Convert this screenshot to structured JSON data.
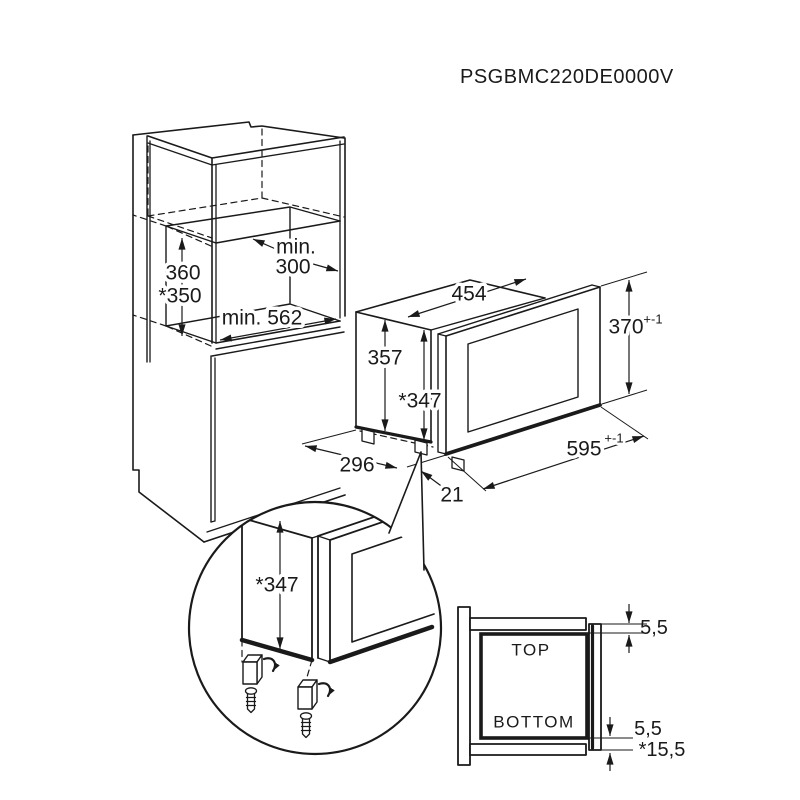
{
  "title": "PSGBMC220DE0000V",
  "cabinet": {
    "niche_depth_min_label": "min.",
    "niche_depth_min_value": "300",
    "niche_height_value": "360",
    "niche_height_adjusted_value": "*350",
    "niche_width_min_label": "min. 562"
  },
  "microwave": {
    "body_width": "454",
    "body_height_rear": "357",
    "body_height_front": "*347",
    "front_height": "370",
    "front_height_tolerance": "+-1",
    "front_width": "595",
    "front_width_tolerance": "+-1",
    "body_depth": "296",
    "door_overhang": "21"
  },
  "detail_view": {
    "adjusted_height": "*347"
  },
  "cross_section": {
    "top_label": "TOP",
    "bottom_label": "BOTTOM",
    "top_gap": "5,5",
    "bottom_gap": "5,5",
    "bottom_offset": "*15,5"
  }
}
